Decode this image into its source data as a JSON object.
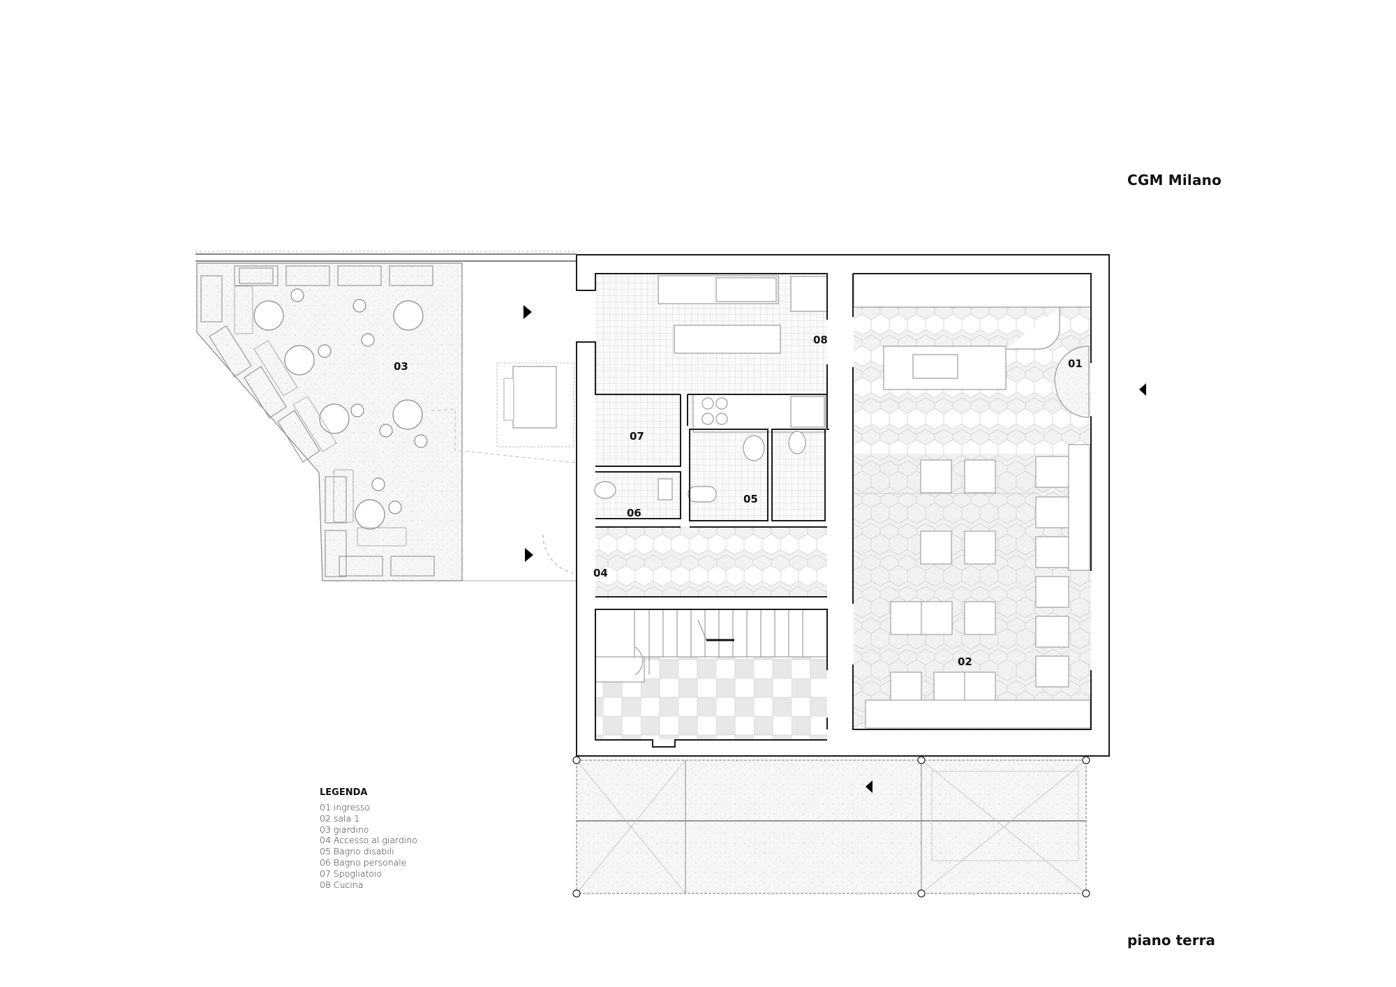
{
  "header": {
    "title": "CGM Milano"
  },
  "footer": {
    "subtitle": "piano terra"
  },
  "legend": {
    "title": "LEGENDA",
    "items": [
      {
        "code": "01",
        "label": "ingresso",
        "text": "01 ingresso"
      },
      {
        "code": "02",
        "label": "sala 1",
        "text": "02 sala 1"
      },
      {
        "code": "03",
        "label": "giardino",
        "text": "03 giardino"
      },
      {
        "code": "04",
        "label": "Accesso al giardino",
        "text": "04 Accesso al giardino"
      },
      {
        "code": "05",
        "label": "Bagno disabili",
        "text": "05 Bagno disabili"
      },
      {
        "code": "06",
        "label": "Bagno personale",
        "text": "06 Bagno personale"
      },
      {
        "code": "07",
        "label": "Spogliatoio",
        "text": "07 Spogliatoio"
      },
      {
        "code": "08",
        "label": "Cucina",
        "text": "08 Cucina"
      }
    ]
  },
  "plan": {
    "room_labels": {
      "r01": "01",
      "r02": "02",
      "r03": "03",
      "r04": "04",
      "r05": "05",
      "r06": "06",
      "r07": "07",
      "r08": "08"
    },
    "entry_arrows": [
      {
        "id": "garden-top",
        "direction": "right"
      },
      {
        "id": "garden-bottom",
        "direction": "right"
      },
      {
        "id": "main-entrance",
        "direction": "left"
      },
      {
        "id": "portico",
        "direction": "left"
      }
    ],
    "colors": {
      "wall": "#1a1a1a",
      "line": "#9a9a9a",
      "tile": "#c8c8c8",
      "tile_fill": "#efefef",
      "tile_dark": "#dcdcdc",
      "gravel": "#f3f3f3"
    }
  }
}
